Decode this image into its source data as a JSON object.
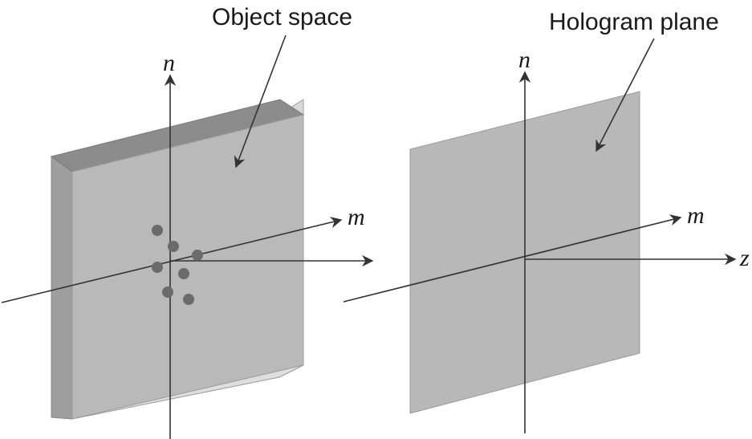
{
  "labels": {
    "object_space": "Object space",
    "hologram_plane": "Hologram plane"
  },
  "axes": {
    "left": {
      "n": "n",
      "m": "m"
    },
    "right": {
      "n": "n",
      "m": "m",
      "z": "z"
    }
  },
  "colors": {
    "slab_front": "#b9b9b9",
    "slab_top": "#8a8a8a",
    "slab_left": "#9a9a9a",
    "slab_right": "#d8d8d8",
    "slab_bottom": "#dcdcdc",
    "hologram_plane": "#b8b8b8",
    "object_points": "#6b6b6b",
    "lines": "#333333"
  }
}
